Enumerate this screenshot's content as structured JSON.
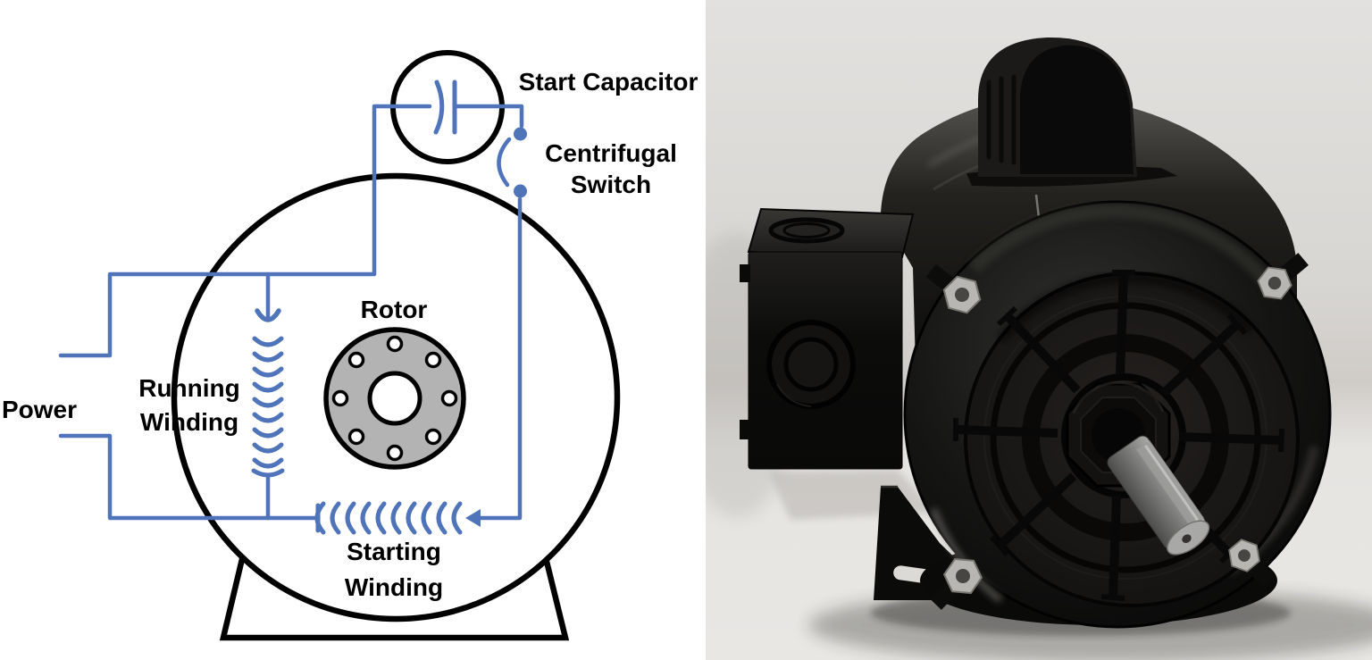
{
  "diagram": {
    "background": "#ffffff",
    "wire_color": "#4f74ba",
    "line_color": "#000000",
    "rotor_fill": "#b3b3b3",
    "labels": {
      "start_capacitor": "Start Capacitor",
      "centrifugal_switch": [
        "Centrifugal",
        "Switch"
      ],
      "power": "Power",
      "running_winding": [
        "Running",
        "Winding"
      ],
      "rotor": "Rotor",
      "starting_winding": [
        "Starting",
        "Winding"
      ]
    }
  },
  "photo": {
    "background_top": "#e2e1df",
    "background_bottom": "#e9e7e4",
    "motor_color": "#0d0d0c",
    "shaft_color": "#8f8f8d",
    "bolt_color": "#b7b6b2"
  }
}
